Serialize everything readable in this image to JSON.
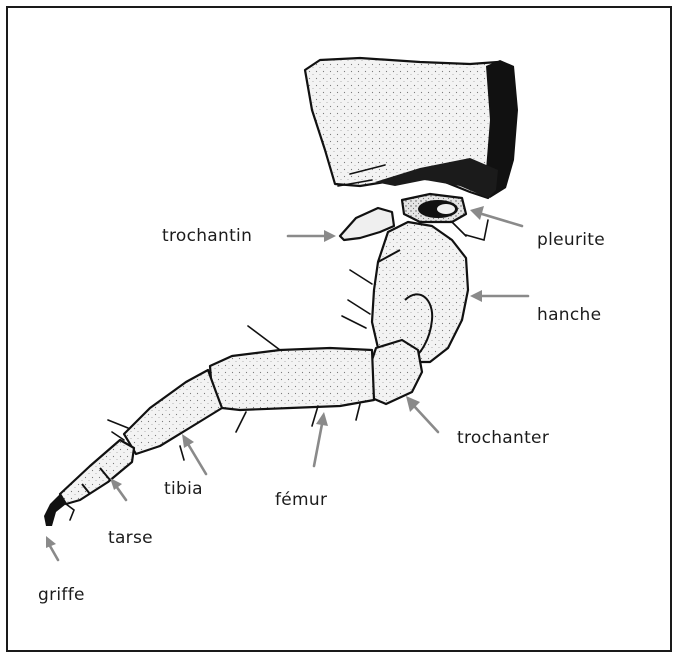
{
  "figure": {
    "labels": {
      "trochantin": "trochantin",
      "pleurite": "pleurite",
      "hanche": "hanche",
      "trochanter": "trochanter",
      "femur": "fémur",
      "tibia": "tibia",
      "tarse": "tarse",
      "griffe": "griffe"
    }
  },
  "colors": {
    "outline": "#111111",
    "fill": "#efefef",
    "arrow": "#8a8a8a",
    "frame": "#1a1a1a"
  }
}
